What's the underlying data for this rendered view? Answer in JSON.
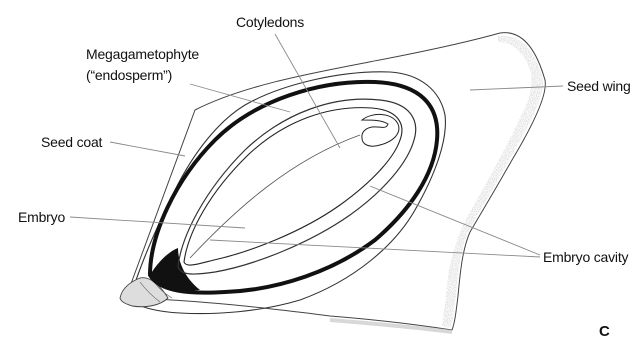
{
  "figure": {
    "panel_letter": "C",
    "labels": {
      "cotyledons": "Cotyledons",
      "megagametophyte_line1": "Megagametophyte",
      "megagametophyte_line2": "(“endosperm”)",
      "seed_wing": "Seed wing",
      "seed_coat": "Seed coat",
      "embryo": "Embryo",
      "embryo_cavity": "Embryo cavity"
    },
    "colors": {
      "ink": "#111111",
      "leader": "#8a8a8a",
      "wing_stipple": "#b8b8b8"
    }
  }
}
